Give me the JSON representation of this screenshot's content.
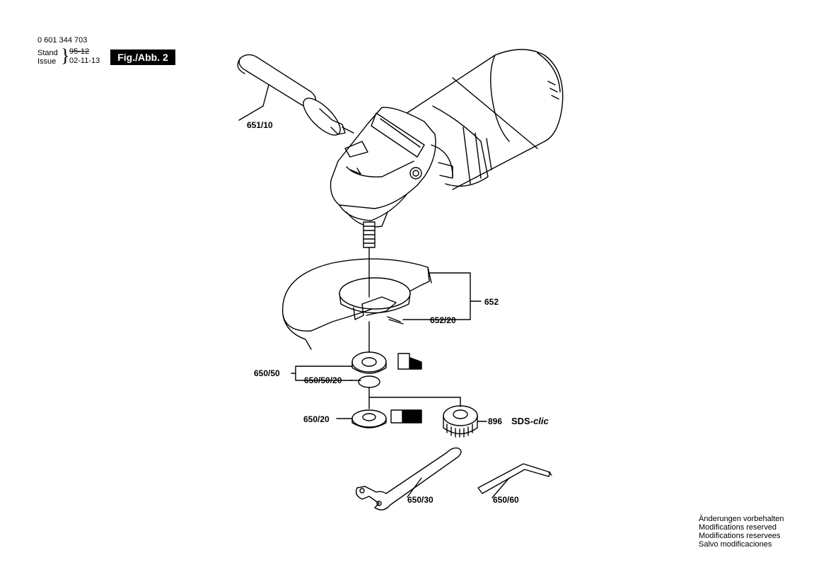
{
  "header": {
    "part_number": "0 601 344 703",
    "stand_label": "Stand",
    "issue_label": "Issue",
    "old_date": "95-12",
    "new_date": "02-11-13",
    "figure_label": "Fig./Abb. 2"
  },
  "callouts": {
    "handle": "651/10",
    "guard": "652",
    "guard_screw": "652/20",
    "clamp_flange": "650/50",
    "flange_ring": "650/50/20",
    "mounting_flange": "650/20",
    "quick_nut": "896",
    "sds_prefix": "SDS-",
    "sds_suffix": "clic",
    "spanner": "650/30",
    "hex_key": "650/60"
  },
  "notice": [
    "Änderungen vorbehalten",
    "Modifications reserved",
    "Modifications reservees",
    "Salvo modificaciones"
  ]
}
